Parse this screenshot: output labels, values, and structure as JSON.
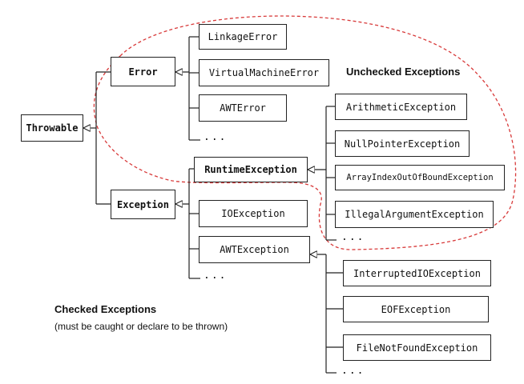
{
  "classes": {
    "throwable": "Throwable",
    "error": "Error",
    "exception": "Exception",
    "linkage_error": "LinkageError",
    "virtual_machine_error": "VirtualMachineError",
    "awt_error": "AWTError",
    "runtime_exception": "RuntimeException",
    "io_exception": "IOException",
    "awt_exception": "AWTException",
    "arithmetic_exception": "ArithmeticException",
    "null_pointer_exception": "NullPointerException",
    "array_index_out_of_bound_exception": "ArrayIndexOutOfBoundException",
    "illegal_argument_exception": "IllegalArgumentException",
    "interrupted_io_exception": "InterruptedIOException",
    "eof_exception": "EOFException",
    "file_not_found_exception": "FileNotFoundException"
  },
  "ellipsis": "...",
  "labels": {
    "unchecked": "Unchecked Exceptions",
    "checked_title": "Checked Exceptions",
    "checked_note": "(must be caught or declare to be thrown)"
  },
  "colors": {
    "line": "#222222",
    "unchecked_boundary": "#d83a3a"
  }
}
